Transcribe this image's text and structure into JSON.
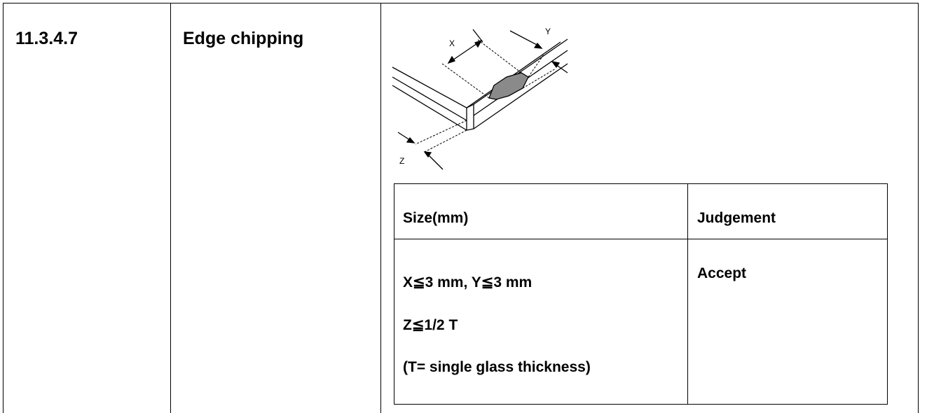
{
  "section": {
    "number": "11.3.4.7",
    "title": "Edge chipping"
  },
  "figure": {
    "labels": {
      "x": "X",
      "y": "Y",
      "z": "Z"
    }
  },
  "table": {
    "headers": {
      "size": "Size(mm)",
      "judgement": "Judgement"
    },
    "row": {
      "size_lines": [
        "X≦3 mm, Y≦3 mm",
        "Z≦1/2 T",
        "(T= single glass thickness)"
      ],
      "judgement": "Accept"
    }
  }
}
